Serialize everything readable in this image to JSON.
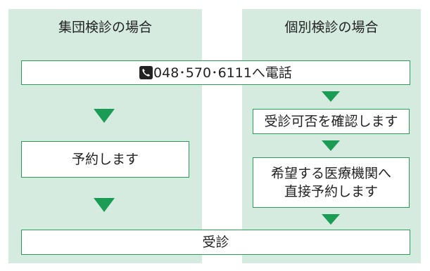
{
  "columns": {
    "left_title": "集団検診の場合",
    "right_title": "個別検診の場合"
  },
  "steps": {
    "phone": "048･570･6111へ電話",
    "reserve": "予約します",
    "confirm": "受診可否を確認します",
    "hospital_line1": "希望する医療機関へ",
    "hospital_line2": "直接予約します",
    "exam": "受診"
  },
  "icons": {
    "phone": "phone-icon"
  },
  "colors": {
    "column_background": "#d6ebdf",
    "box_border": "#2a9d58",
    "arrow": "#1a9c55",
    "text": "#222222"
  }
}
